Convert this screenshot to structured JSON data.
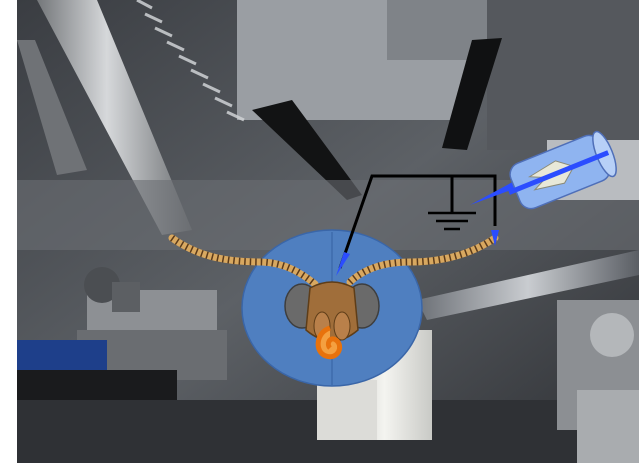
{
  "scene": {
    "photo": "laboratory-rig-photograph",
    "overlay": "insect-antenna-recording-schematic"
  },
  "components": {
    "head": "insect-head-icon",
    "antenna_left": "left-antenna",
    "antenna_right": "right-antenna",
    "electrode_recording": "recording-electrode",
    "electrode_reference": "reference-electrode",
    "ground": "ground-symbol",
    "airflow_tube": "odor-delivery-tube-icon",
    "wiring": "electrode-wires"
  },
  "colors": {
    "background": "#ffffff",
    "photo_dark": "#2a2c30",
    "photo_mid": "#8a8e94",
    "head_disc": "#4f7fc0",
    "head_disc_edge": "#3a66a8",
    "antenna": "#d8a860",
    "antenna_tip": "#5a3a1a",
    "head_brown": "#a06e3a",
    "eye_gray": "#6a6a6a",
    "proboscis_orange": "#e8720c",
    "wire": "#000000",
    "electrode_blue": "#2b4dff",
    "tube_blue": "#8fb4f0",
    "tube_tip": "#e8e8d8"
  }
}
